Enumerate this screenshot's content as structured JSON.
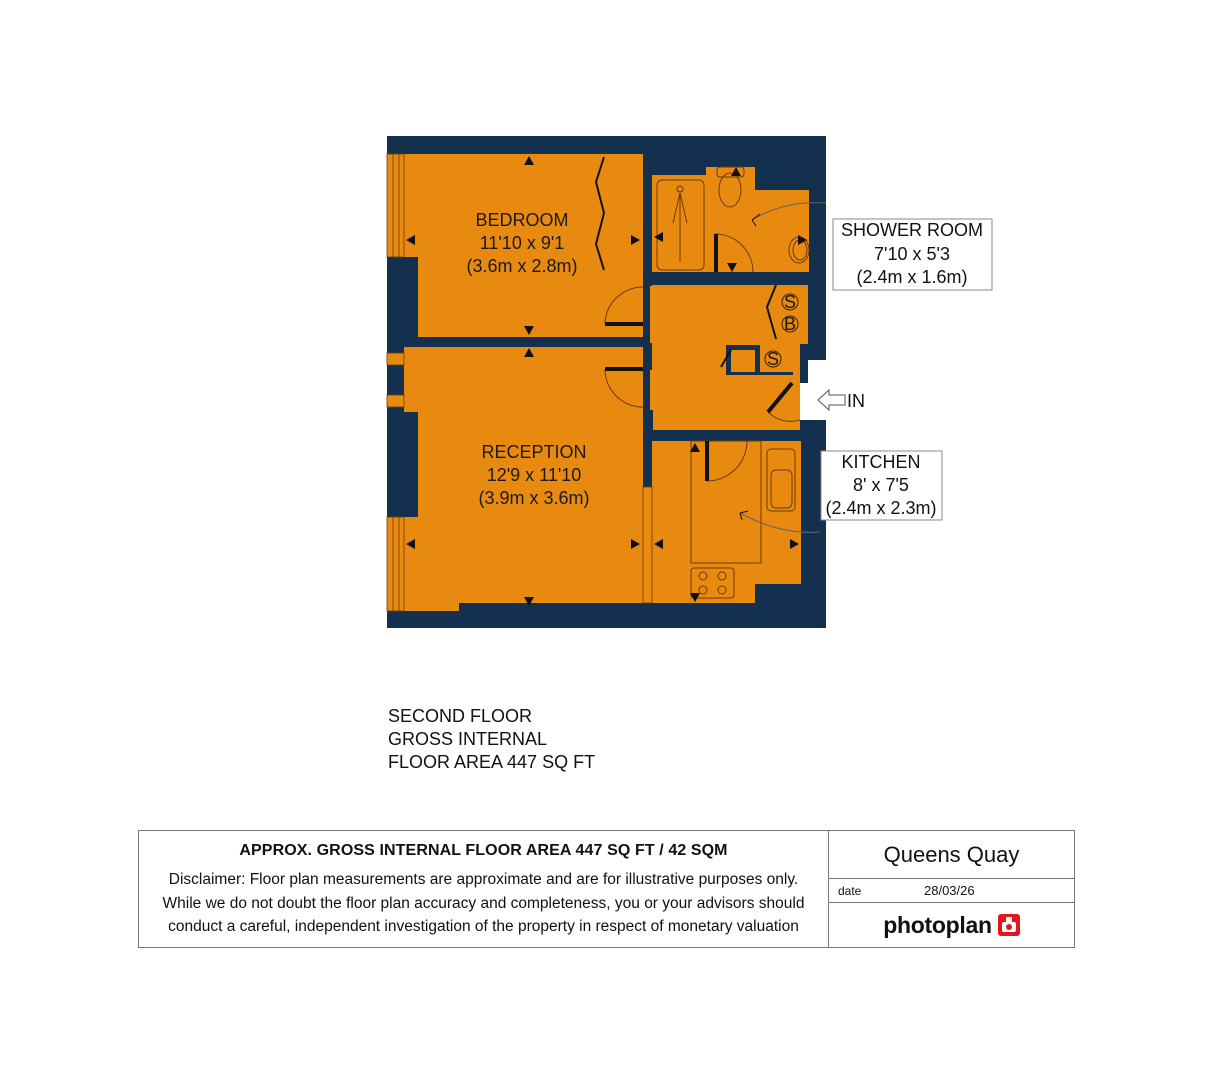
{
  "colors": {
    "wall": "#14304f",
    "floor": "#e88a10",
    "fixture_line": "#6b3a06",
    "door_leaf": "#111111",
    "logo_red": "#e4151f",
    "border": "#777777"
  },
  "rooms": [
    {
      "id": "bedroom",
      "name": "BEDROOM",
      "imperial": "11'10 x 9'1",
      "metric": "(3.6m x 2.8m)"
    },
    {
      "id": "reception",
      "name": "RECEPTION",
      "imperial": "12'9 x 11'10",
      "metric": "(3.9m x 3.6m)"
    },
    {
      "id": "shower_room",
      "name": "SHOWER ROOM",
      "imperial": "7'10 x 5'3",
      "metric": "(2.4m x 1.6m)"
    },
    {
      "id": "kitchen",
      "name": "KITCHEN",
      "imperial": "8' x 7'5",
      "metric": "(2.4m x 2.3m)"
    }
  ],
  "cupboards": {
    "s1": "S",
    "b1": "B",
    "s2": "S"
  },
  "entrance": {
    "label": "IN",
    "icon": "arrow-left-outline-icon"
  },
  "floor_summary": {
    "line1": "SECOND FLOOR",
    "line2": "GROSS INTERNAL",
    "line3": "FLOOR AREA 447 SQ FT"
  },
  "footer": {
    "heading": "APPROX. GROSS INTERNAL FLOOR AREA 447 SQ FT / 42 SQM",
    "disclaimer_lines": [
      "Disclaimer: Floor plan measurements are approximate and are for illustrative purposes only.",
      "While we do not doubt the floor plan accuracy and completeness, you or your advisors should",
      "conduct a careful, independent investigation of the property in respect of monetary valuation"
    ],
    "project_name": "Queens Quay",
    "date_label": "date",
    "date_value": "28/03/26",
    "logo_text": "photoplan",
    "logo_icon": "camera-icon"
  }
}
